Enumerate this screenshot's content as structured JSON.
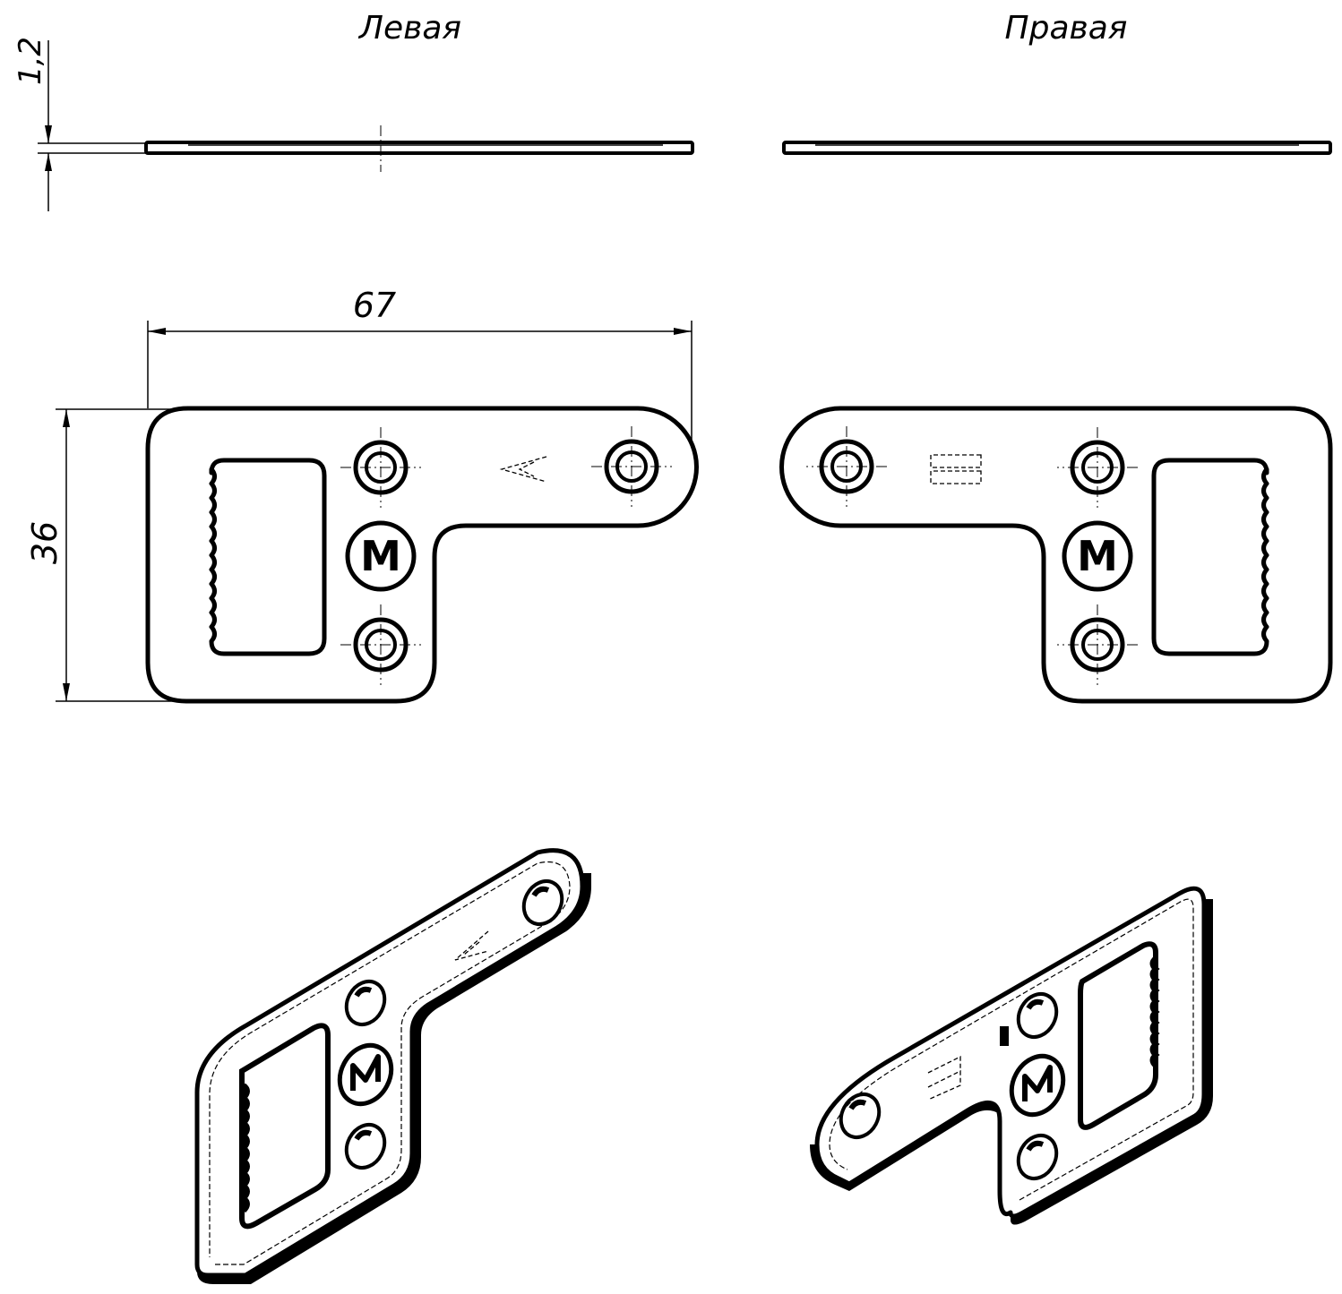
{
  "labels": {
    "left_title": "Левая",
    "right_title": "Правая"
  },
  "dimensions": {
    "thickness": "1,2",
    "length": "67",
    "height": "36"
  },
  "emblem_letter": "М"
}
